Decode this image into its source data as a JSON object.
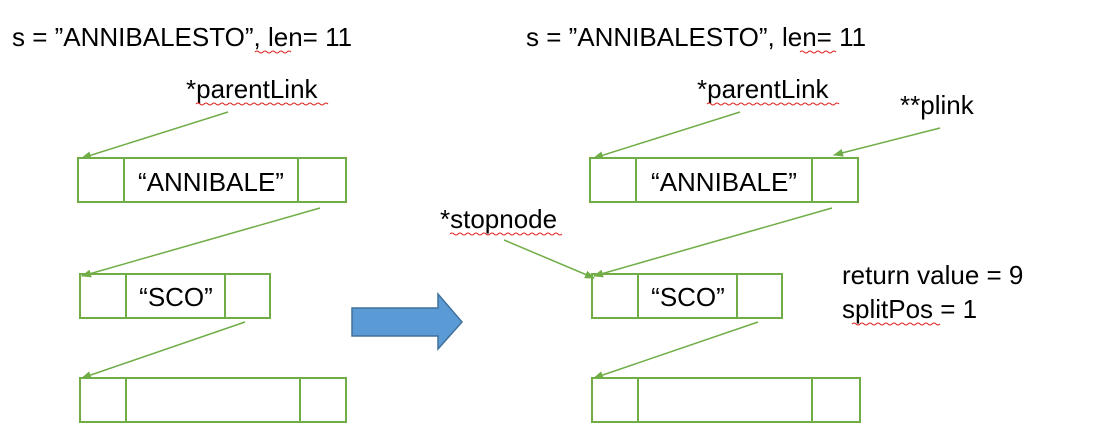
{
  "left": {
    "header": "s = ”ANNIBALESTO”, len= 11",
    "pointer_parent": "*parentLink",
    "node1": "“ANNIBALE”",
    "node2": "“SCO”"
  },
  "right": {
    "header": "s = ”ANNIBALESTO”, len= 11",
    "pointer_parent": "*parentLink",
    "pointer_plink": "**plink",
    "pointer_stop": "*stopnode",
    "node1": "“ANNIBALE”",
    "node2": "“SCO”",
    "result_return": "return value = 9",
    "result_split": "splitPos = 1"
  },
  "colors": {
    "box_stroke": "#70AD47",
    "arrow": "#70AD47",
    "big_arrow_fill": "#5B9BD5",
    "big_arrow_stroke": "#41719C",
    "spellcheck": "#e02020"
  }
}
